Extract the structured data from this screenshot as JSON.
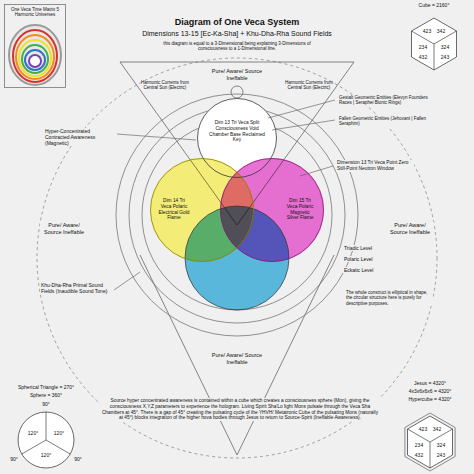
{
  "diagram": {
    "title": "Diagram of One Veca System",
    "nodes": [
      {
        "text": [
          "One Veca Time Matrix 5 Harmonic Universes"
        ]
      },
      {
        "text": [
          "Cube = 2160°",
          "423",
          "342",
          "234",
          "432",
          "324",
          "243"
        ]
      },
      {
        "text": [
          "Dim 13 Tri Veca Split Consciousness Void Chamber Base Reclaimed Key"
        ]
      },
      {
        "text": [
          "Dim 14 Tri Veca Polaric Electrical Gold Flame"
        ]
      },
      {
        "text": [
          "Dim 15 Tri Veca Polaric Magnetic Silver Flame"
        ]
      },
      {
        "text": [
          "Spherical Triangle = 270°",
          "Sphere = 360°",
          "90°",
          "90°",
          "90°",
          "120°",
          "120°",
          "120°"
        ]
      },
      {
        "text": [
          "Jesus = 4320°",
          "4x3x6x6x6 = 4320°",
          "Hypercube = 4320°",
          "423",
          "342",
          "234",
          "432",
          "324",
          "243"
        ]
      }
    ],
    "labels": [
      "Dimensions 13-15 [Ec-Ka-Sha] + Khu-Dha-Rha Sound Fields",
      "this diagram is equal to a 3-Dimensional being explaining 3-Dimensions of consciousness to a 1-Dimensional line.",
      "Pure/ Aware/ Source Ineffable",
      "Pure/ Aware/ Source Ineffable",
      "Pure/ Aware/ Source Ineffable",
      "Pure/ Aware/ Source Ineffable",
      "Hyper-Concentrated Contracted Awareness (Magnetic)",
      "Harmonic Currents from Central Sun (Electric)",
      "Harmonic Currents from Central Sun (Electric)",
      "Gestalt Geometric Entities (Elevyn Founders Races | Seraphei Bionic Rings)",
      "Fallen Geometric Entities (Jehovani | Fallen Seraphim)",
      "Dimension 13 Tri Veca Point Zero Still-Point Neutron Window",
      "Khu-Dha-Rha Primal Sound Fields (Inaudible Sound Tone)",
      "Triadic Level",
      "Polaric Level",
      "Eckatic Level",
      "The whole construct is elliptical in shape, the circular structure here is purely for descriptive purposes.",
      "Source hyper concentrated awareness is contained within a cube which creates a consciousness sphere (Mon), giving the consciousness X,Y,Z parameters to experience the hologram. Living Spirit Sha'Lo light Mons pulsate through the Veca Sha Chambers at 45°. There is a gap of 45° creating the pulsating cycle of the YHVH/ Metatronic Cube of the pulsating Mons (naturally at 45°) blocks integration of the higher hova bodies through Jesus to return to Source-Spirit (Ineffable Awareness)."
    ]
  }
}
